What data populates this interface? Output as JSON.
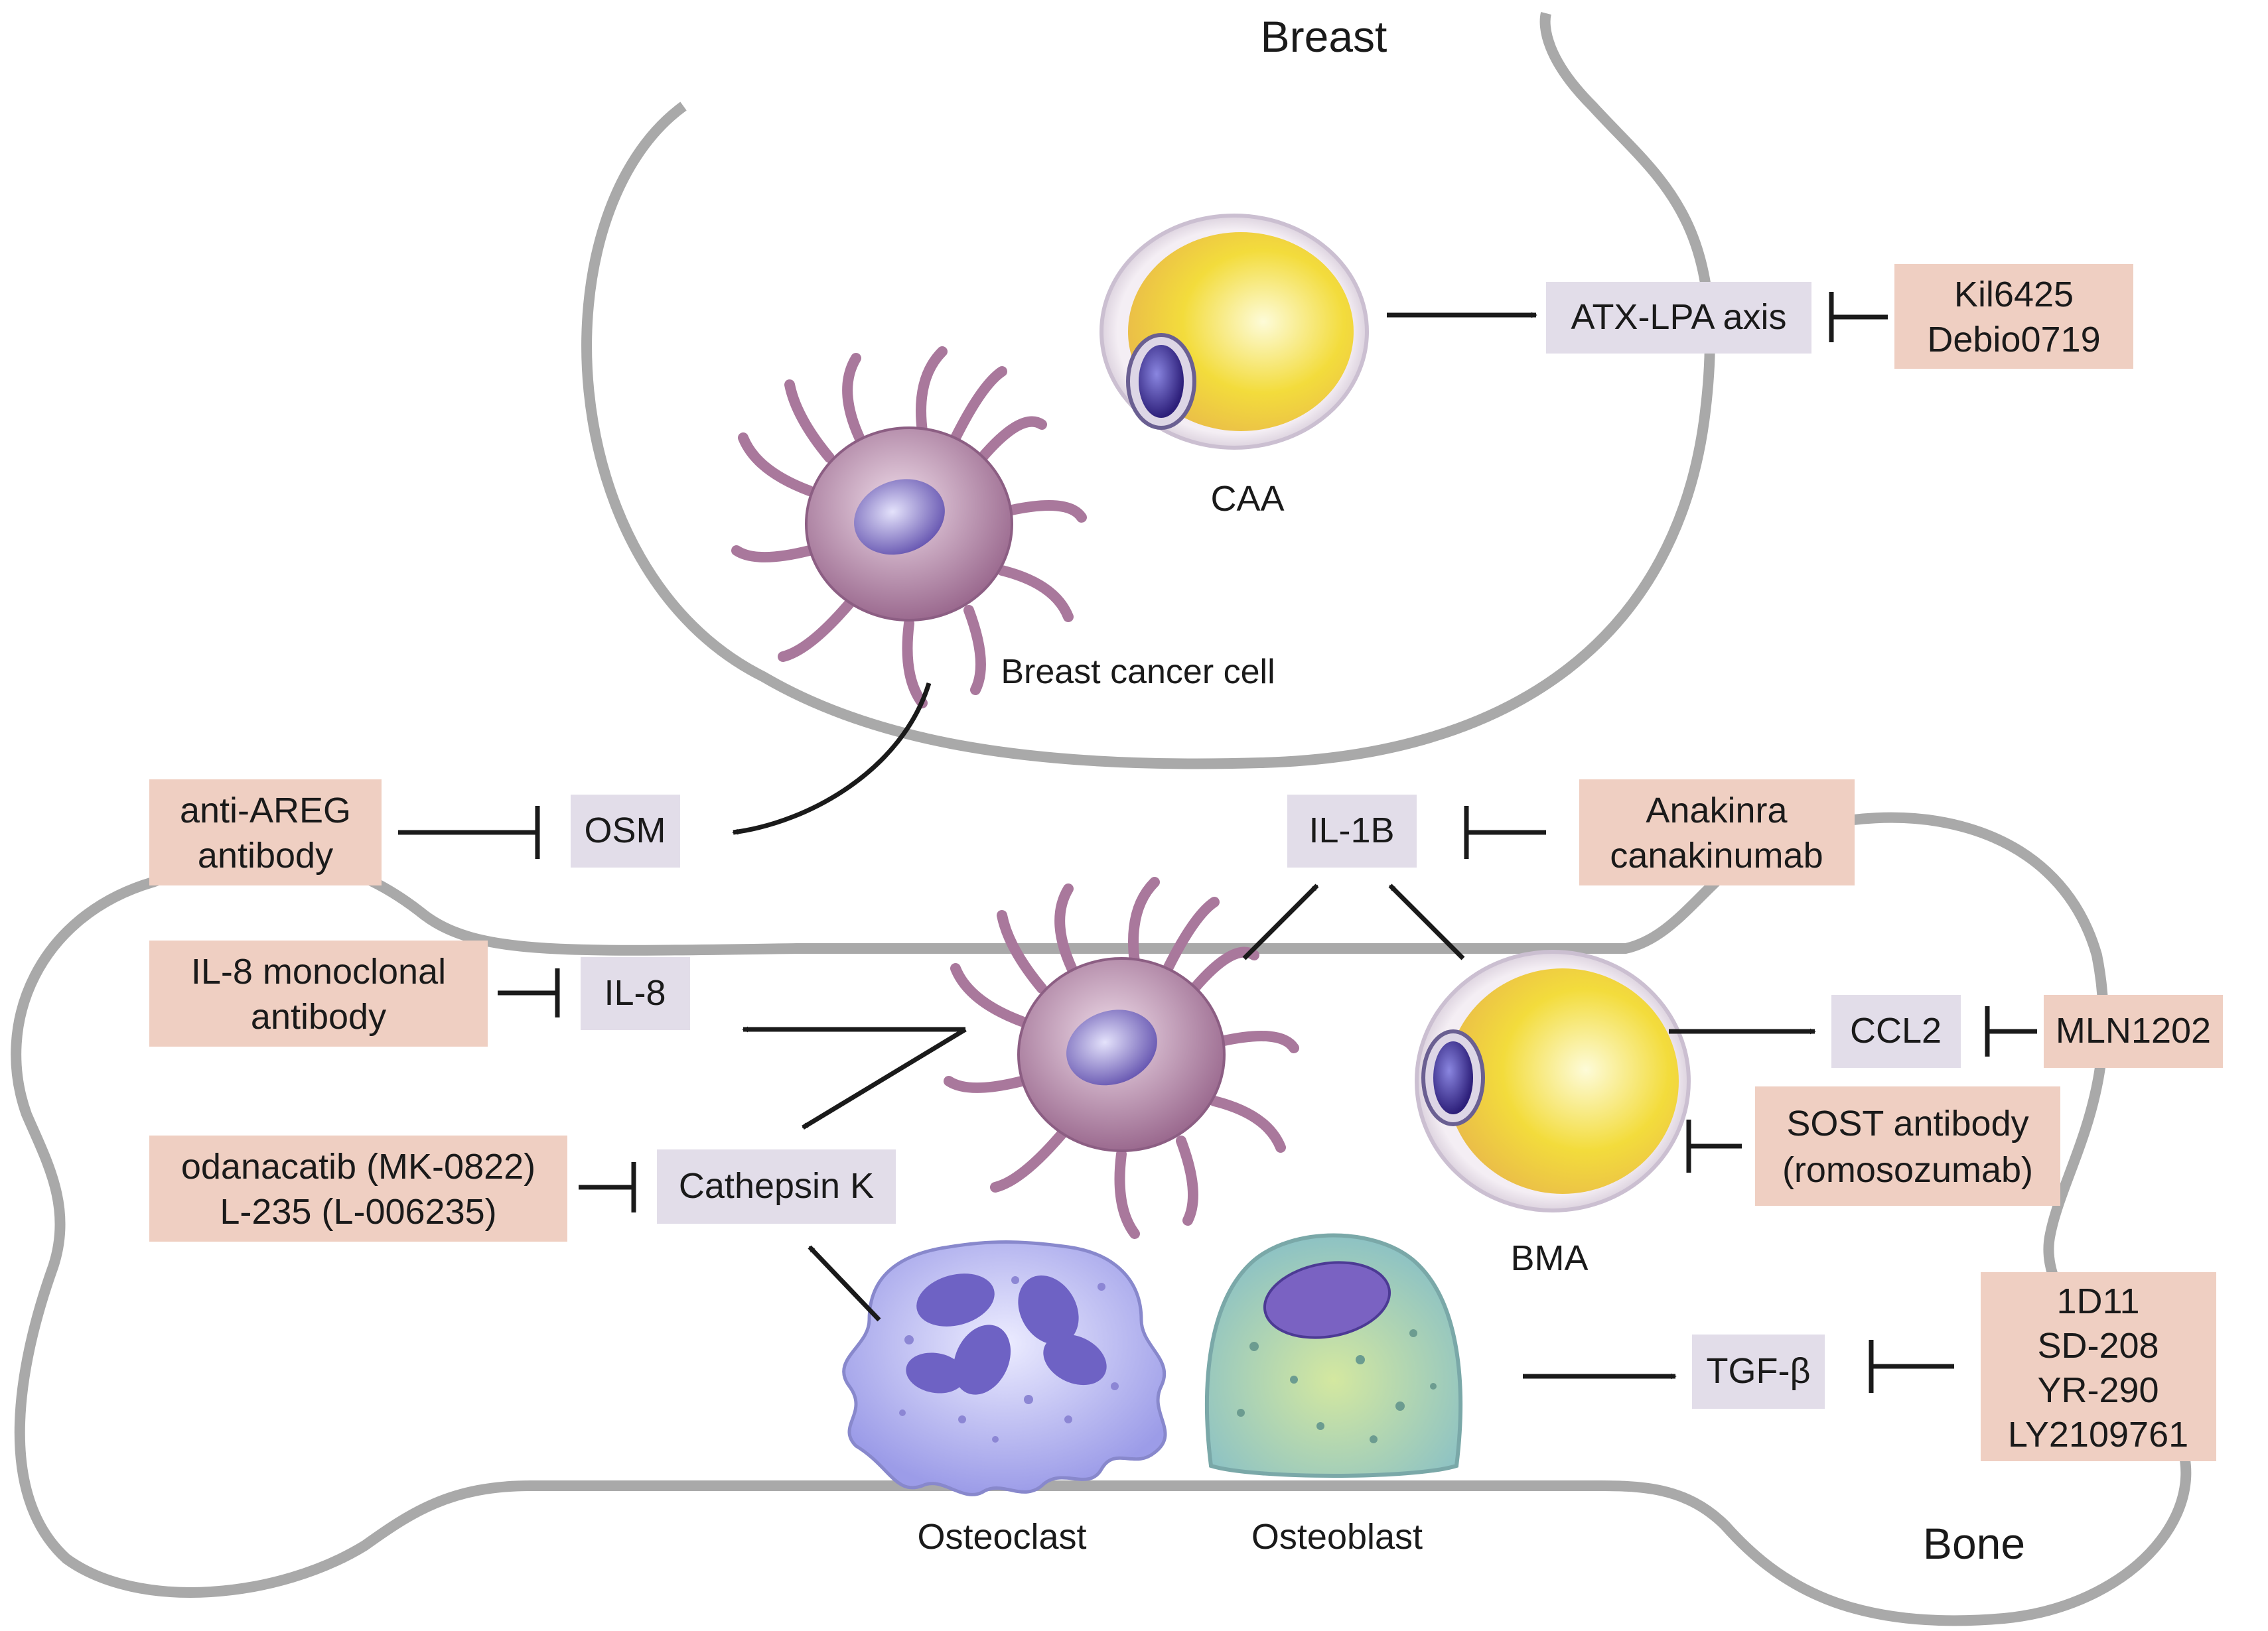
{
  "regions": {
    "breast": "Breast",
    "bone": "Bone"
  },
  "cells": {
    "caa": "CAA",
    "breast_cancer_cell": "Breast cancer cell",
    "bma": "BMA",
    "osteoclast": "Osteoclast",
    "osteoblast": "Osteoblast"
  },
  "targets": {
    "atx_lpa": "ATX-LPA axis",
    "osm": "OSM",
    "il1b": "IL-1B",
    "il8": "IL-8",
    "cathepsin_k": "Cathepsin K",
    "ccl2": "CCL2",
    "tgfb": "TGF-β"
  },
  "inhibitors": {
    "atx_lpa": [
      "Kil6425",
      "Debio0719"
    ],
    "osm": [
      "anti-AREG",
      "antibody"
    ],
    "il1b": [
      "Anakinra",
      "canakinumab"
    ],
    "il8": [
      "IL-8 monoclonal",
      "antibody"
    ],
    "cathepsin_k": [
      "odanacatib (MK-0822)",
      "L-235 (L-006235)"
    ],
    "ccl2": [
      "MLN1202"
    ],
    "sost": [
      "SOST antibody",
      "(romosozumab)"
    ],
    "tgfb": [
      "1D11",
      "SD-208",
      "YR-290",
      "LY2109761"
    ]
  },
  "colors": {
    "target_box": "#e2dde9",
    "inhibitor_box": "#efcfc2",
    "outline": "#a9a9a9",
    "arrow": "#1a1a1a",
    "cell_purple": "#a9789c",
    "fat_yellow": "#f3dc3c",
    "osteoclast_blue": "#b8b8ee",
    "osteoblast_green": "#a9cfbd"
  }
}
